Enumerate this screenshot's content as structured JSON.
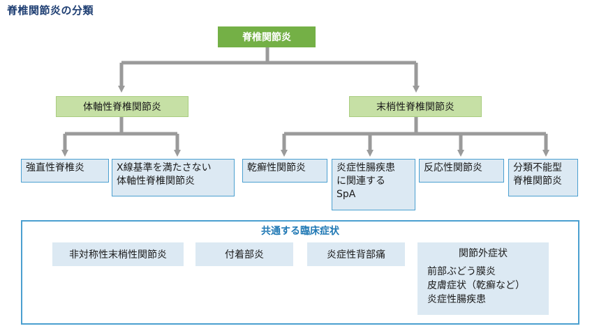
{
  "title": "脊椎関節炎の分類",
  "root": "脊椎関節炎",
  "axial": {
    "label": "体軸性脊椎関節炎",
    "children": [
      {
        "lines": [
          "強直性脊椎炎"
        ]
      },
      {
        "lines": [
          "X線基準を満たさない",
          "体軸性脊椎関節炎"
        ]
      }
    ]
  },
  "peripheral": {
    "label": "末梢性脊椎関節炎",
    "children": [
      {
        "lines": [
          "乾癬性関節炎"
        ]
      },
      {
        "lines": [
          "炎症性腸疾患",
          "に関連する",
          "SpA"
        ]
      },
      {
        "lines": [
          "反応性関節炎"
        ]
      },
      {
        "lines": [
          "分類不能型",
          "脊椎関節炎"
        ]
      }
    ]
  },
  "common": {
    "title": "共通する臨床症状",
    "symptoms": [
      "非対称性末梢性関節炎",
      "付着部炎",
      "炎症性背部痛"
    ],
    "extra": {
      "title": "関節外症状",
      "items": [
        "前部ぶどう膜炎",
        "皮膚症状（乾癬など）",
        "炎症性腸疾患"
      ]
    }
  },
  "colors": {
    "root_fill": "#74b046",
    "category_fill": "#c6e0a5",
    "leaf_fill": "#dce9f3",
    "leaf_border": "#4a9fd0",
    "connector": "#9a9a9a",
    "title": "#1f3f73"
  }
}
